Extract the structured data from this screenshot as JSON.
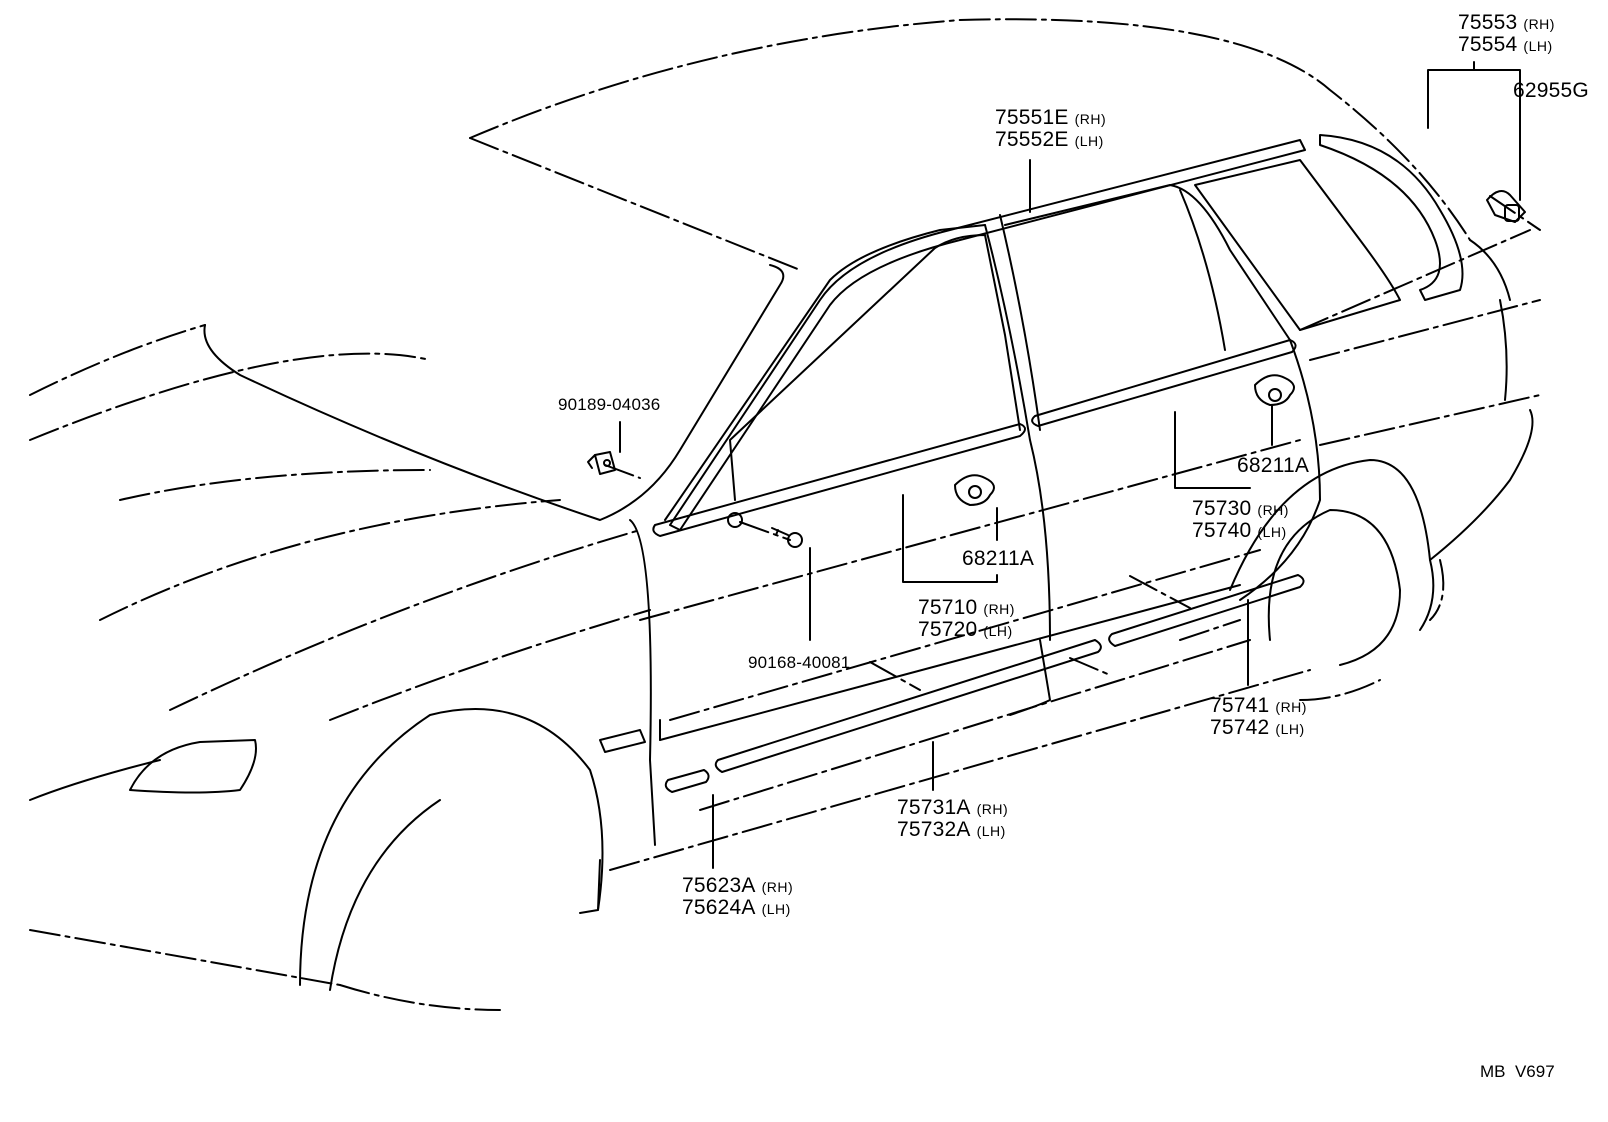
{
  "diagram": {
    "callouts": [
      {
        "id": "roof-rear",
        "parts": [
          {
            "number": "75553",
            "side": "(RH)"
          },
          {
            "number": "75554",
            "side": "(LH)"
          }
        ]
      },
      {
        "id": "clip-rear",
        "parts": [
          {
            "number": "62955G",
            "side": ""
          }
        ]
      },
      {
        "id": "roof-side",
        "parts": [
          {
            "number": "75551E",
            "side": "(RH)"
          },
          {
            "number": "75552E",
            "side": "(LH)"
          }
        ]
      },
      {
        "id": "screw-top",
        "parts": [
          {
            "number": "90189-04036",
            "side": ""
          }
        ]
      },
      {
        "id": "clip-rear-door",
        "parts": [
          {
            "number": "68211A",
            "side": ""
          }
        ]
      },
      {
        "id": "rear-belt",
        "parts": [
          {
            "number": "75730",
            "side": "(RH)"
          },
          {
            "number": "75740",
            "side": "(LH)"
          }
        ]
      },
      {
        "id": "clip-front-door",
        "parts": [
          {
            "number": "68211A",
            "side": ""
          }
        ]
      },
      {
        "id": "front-belt",
        "parts": [
          {
            "number": "75710",
            "side": "(RH)"
          },
          {
            "number": "75720",
            "side": "(LH)"
          }
        ]
      },
      {
        "id": "screw-bottom",
        "parts": [
          {
            "number": "90168-40081",
            "side": ""
          }
        ]
      },
      {
        "id": "rear-side-molding",
        "parts": [
          {
            "number": "75741",
            "side": "(RH)"
          },
          {
            "number": "75742",
            "side": "(LH)"
          }
        ]
      },
      {
        "id": "front-side-molding",
        "parts": [
          {
            "number": "75731A",
            "side": "(RH)"
          },
          {
            "number": "75732A",
            "side": "(LH)"
          }
        ]
      },
      {
        "id": "fender-molding",
        "parts": [
          {
            "number": "75623A",
            "side": "(RH)"
          },
          {
            "number": "75624A",
            "side": "(LH)"
          }
        ]
      }
    ],
    "drawing_code": "MB  V697"
  }
}
